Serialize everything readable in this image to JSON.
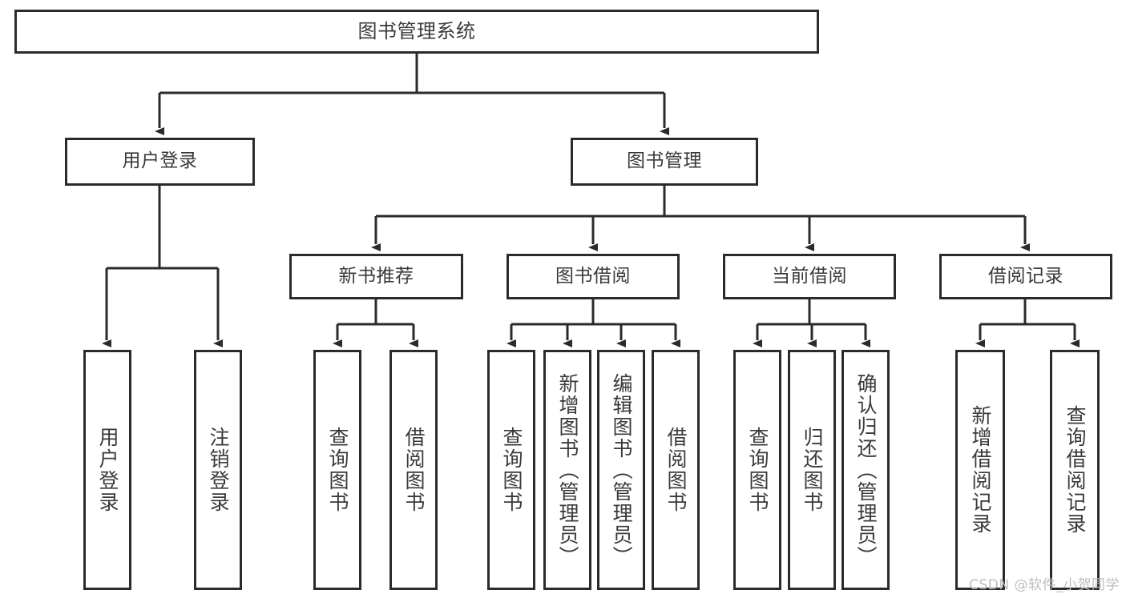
{
  "diagram": {
    "title": "图书管理系统",
    "type": "tree-hierarchy-diagram",
    "colors": {
      "stroke": "#2b2b2b",
      "box_fill": "#ffffff",
      "text": "#3a3a3a",
      "watermark": "#bdbdbd",
      "background": "#ffffff"
    },
    "root": {
      "label": "图书管理系统"
    },
    "level2": [
      {
        "label": "用户登录"
      },
      {
        "label": "图书管理"
      }
    ],
    "level3": [
      {
        "label": "新书推荐"
      },
      {
        "label": "图书借阅"
      },
      {
        "label": "当前借阅"
      },
      {
        "label": "借阅记录"
      }
    ],
    "leaves": {
      "user_login": [
        {
          "label": "用户登录"
        },
        {
          "label": "注销登录"
        }
      ],
      "new_book_recommend": [
        {
          "label": "查询图书"
        },
        {
          "label": "借阅图书"
        }
      ],
      "book_borrow": [
        {
          "label": "查询图书"
        },
        {
          "label": "新增图书（管理员）"
        },
        {
          "label": "编辑图书（管理员）"
        },
        {
          "label": "借阅图书"
        }
      ],
      "current_borrow": [
        {
          "label": "查询图书"
        },
        {
          "label": "归还图书"
        },
        {
          "label": "确认归还（管理员）"
        }
      ],
      "borrow_record": [
        {
          "label": "新增借阅记录"
        },
        {
          "label": "查询借阅记录"
        }
      ]
    },
    "watermark": "CSDN @软件_小贺同学"
  }
}
